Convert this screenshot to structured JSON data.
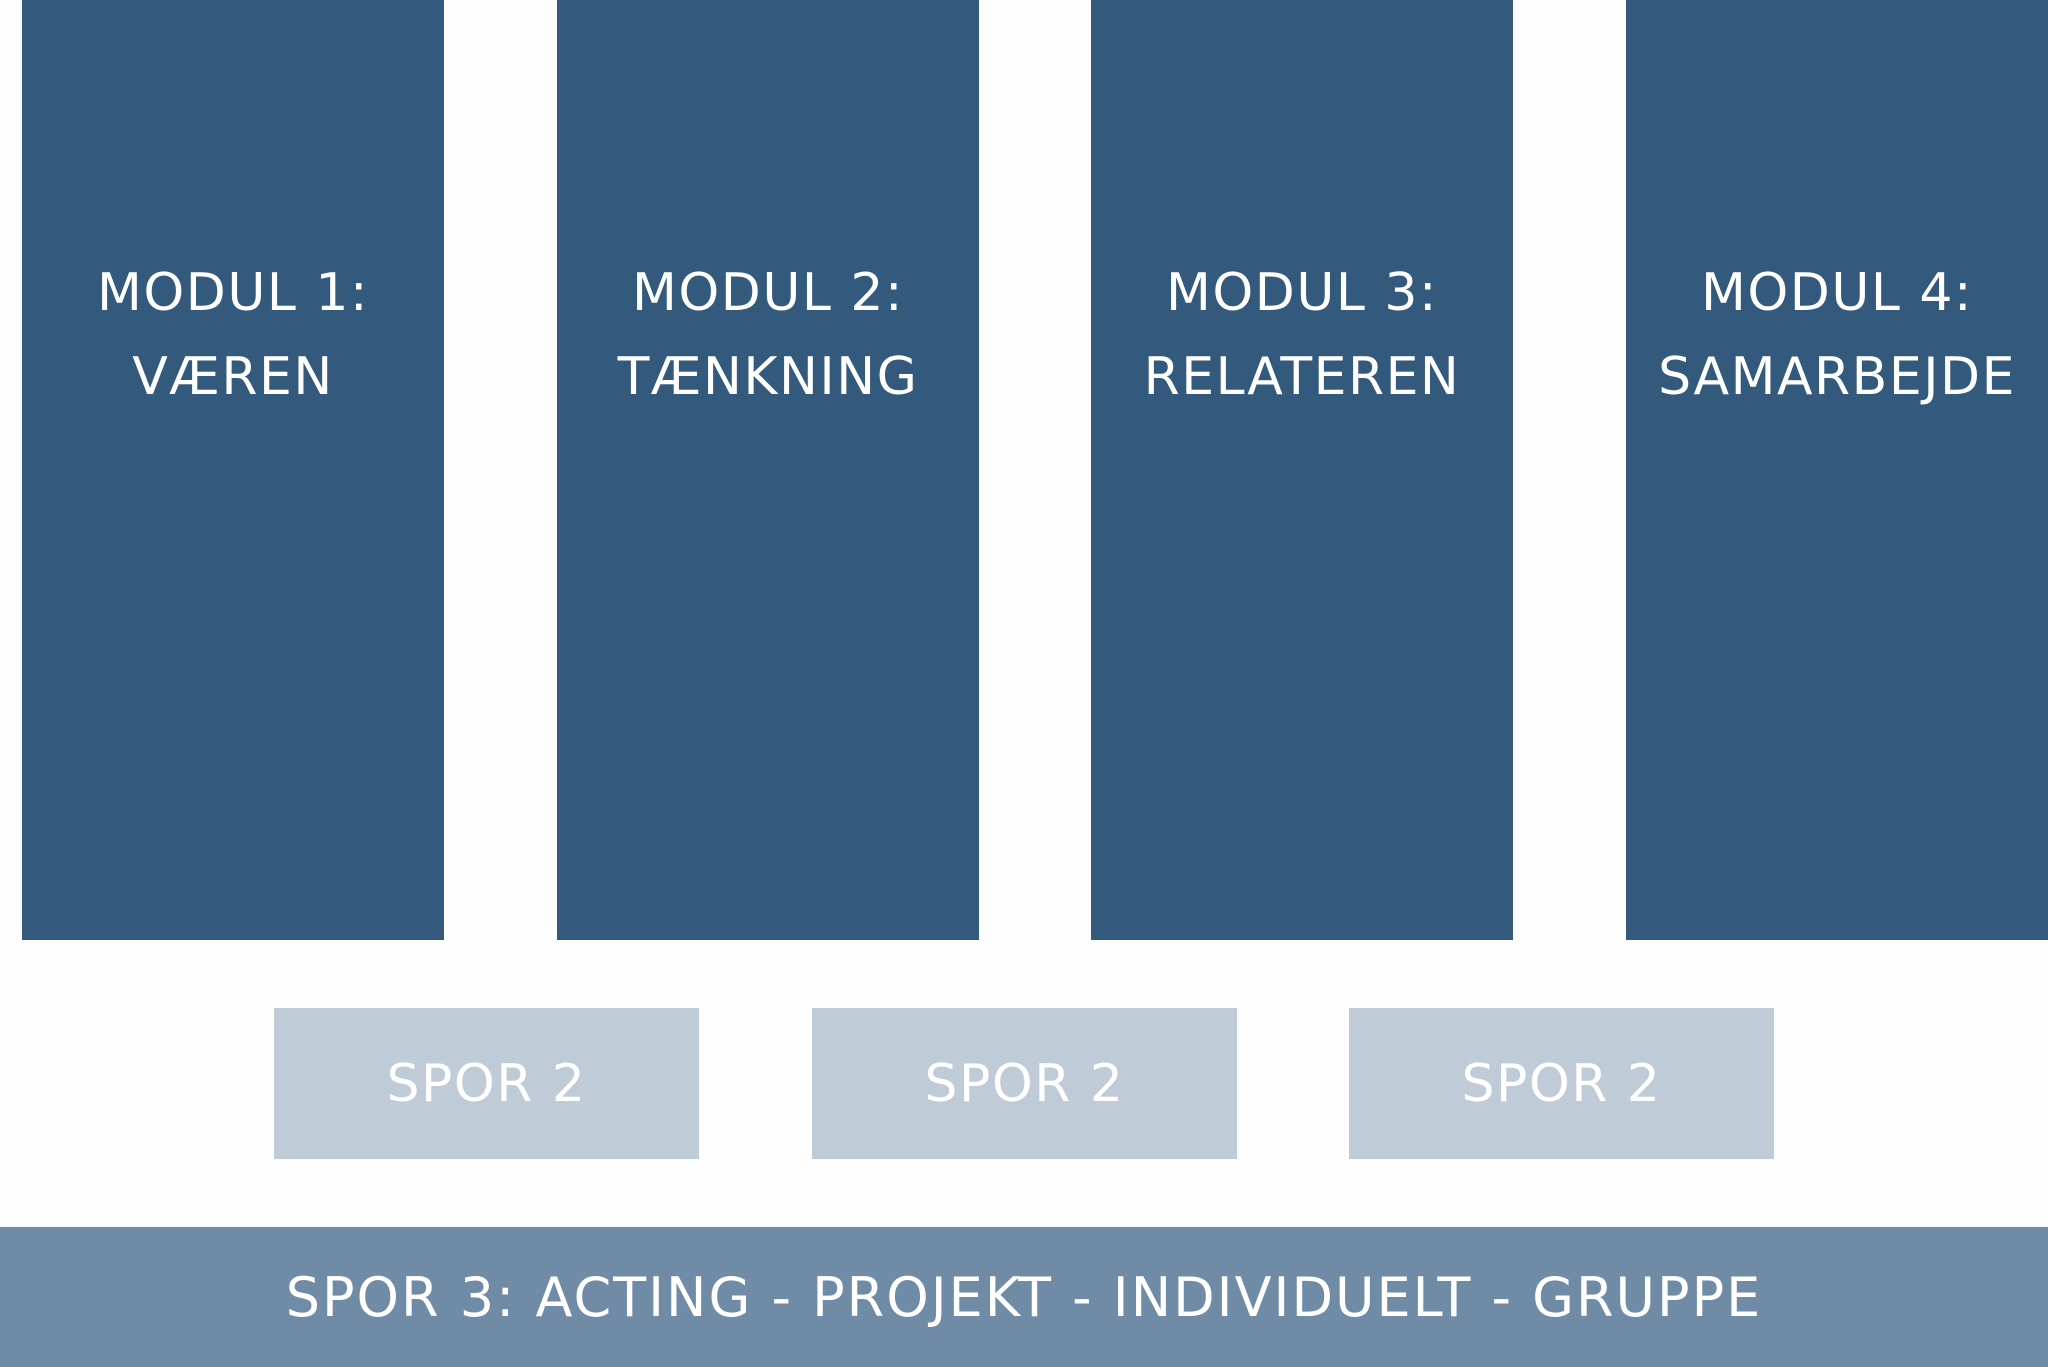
{
  "modules": [
    {
      "line1": "MODUL 1:",
      "line2": "VÆREN"
    },
    {
      "line1": "MODUL 2:",
      "line2": "TÆNKNING"
    },
    {
      "line1": "MODUL 3:",
      "line2": "RELATEREN"
    },
    {
      "line1": "MODUL 4:",
      "line2": "SAMARBEJDE"
    }
  ],
  "spor2": [
    {
      "label": "SPOR 2"
    },
    {
      "label": "SPOR 2"
    },
    {
      "label": "SPOR 2"
    }
  ],
  "spor3": {
    "label": "SPOR 3: ACTING - PROJEKT - INDIVIDUELT - GRUPPE"
  },
  "colors": {
    "module": "#33597c",
    "spor2": "#bfccd8",
    "spor3": "#6f8ba5",
    "background": "#fdfdfd",
    "text": "#ffffff"
  }
}
